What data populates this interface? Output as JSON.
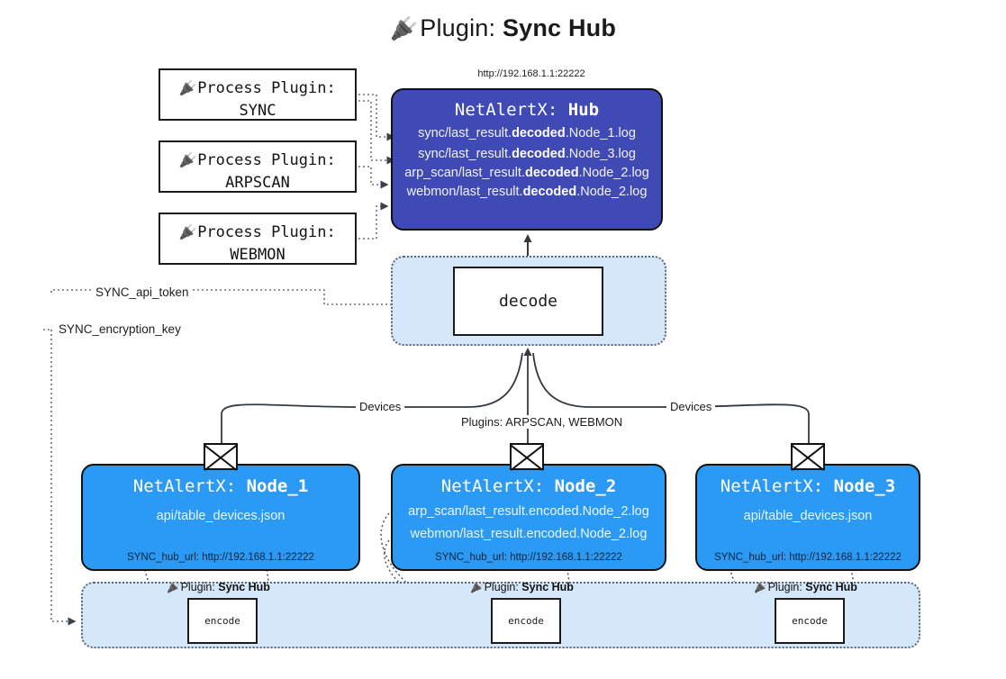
{
  "title": {
    "icon": "plug-icon",
    "prefix": "Plugin:",
    "name": "Sync Hub"
  },
  "hub": {
    "url": "http://192.168.1.1:22222",
    "label_prefix": "NetAlertX:",
    "label_name": "Hub",
    "logs": [
      {
        "pre": "sync/last_result.",
        "mid": "decoded",
        "post": ".Node_1.log"
      },
      {
        "pre": "sync/last_result.",
        "mid": "decoded",
        "post": ".Node_3.log"
      },
      {
        "pre": "arp_scan/last_result.",
        "mid": "decoded",
        "post": ".Node_2.log"
      },
      {
        "pre": "webmon/last_result.",
        "mid": "decoded",
        "post": ".Node_2.log"
      }
    ]
  },
  "process_plugins": [
    {
      "icon": "plug-icon",
      "line1": "Process Plugin:",
      "line2": "SYNC"
    },
    {
      "icon": "plug-icon",
      "line1": "Process Plugin:",
      "line2": "ARPSCAN"
    },
    {
      "icon": "plug-icon",
      "line1": "Process Plugin:",
      "line2": "WEBMON"
    }
  ],
  "decode": {
    "label": "decode"
  },
  "keys": {
    "api_token": "SYNC_api_token",
    "encryption_key": "SYNC_encryption_key"
  },
  "edge_labels": {
    "devices_left": "Devices",
    "devices_right": "Devices",
    "plugins_center": "Plugins: ARPSCAN, WEBMON"
  },
  "nodes": [
    {
      "label_prefix": "NetAlertX:",
      "label_name": "Node_1",
      "data_lines": [
        "api/table_devices.json"
      ],
      "hub_url_label": "SYNC_hub_url: http://192.168.1.1:22222",
      "icon": "envelope-icon"
    },
    {
      "label_prefix": "NetAlertX:",
      "label_name": "Node_2",
      "data_lines": [
        "arp_scan/last_result.encoded.Node_2.log",
        "webmon/last_result.encoded.Node_2.log"
      ],
      "hub_url_label": "SYNC_hub_url: http://192.168.1.1:22222",
      "icon": "envelope-icon"
    },
    {
      "label_prefix": "NetAlertX:",
      "label_name": "Node_3",
      "data_lines": [
        "api/table_devices.json"
      ],
      "hub_url_label": "SYNC_hub_url: http://192.168.1.1:22222",
      "icon": "envelope-icon"
    }
  ],
  "plugin_band": {
    "captions": [
      {
        "icon": "plug-icon",
        "prefix": "Plugin:",
        "name": "Sync Hub"
      },
      {
        "icon": "plug-icon",
        "prefix": "Plugin:",
        "name": "Sync Hub"
      },
      {
        "icon": "plug-icon",
        "prefix": "Plugin:",
        "name": "Sync Hub"
      }
    ],
    "encode_label": "encode"
  },
  "colors": {
    "hub": "#3f4ab5",
    "node": "#2b9af5",
    "zone": "#d5e8fa",
    "stroke": "#121212"
  }
}
